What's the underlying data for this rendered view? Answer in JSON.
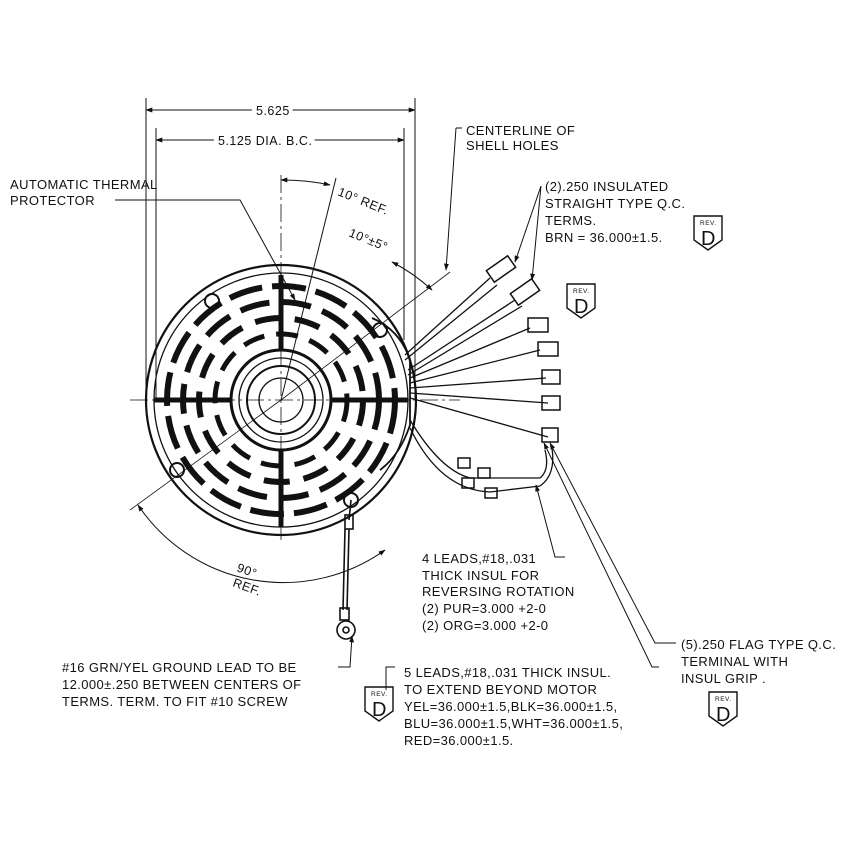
{
  "dimensions": {
    "overall_width": "5.625",
    "bolt_circle": "5.125 DIA. B.C.",
    "angle_ref": "10° REF.",
    "angle_tol": "10°±5°",
    "angle_90": "90°",
    "angle_90_ref": "REF."
  },
  "labels": {
    "thermal_protector": [
      "AUTOMATIC THERMAL",
      "PROTECTOR"
    ],
    "centerline": [
      "CENTERLINE OF",
      "SHELL HOLES"
    ],
    "straight_terms": [
      "(2).250 INSULATED",
      "STRAIGHT TYPE Q.C.",
      "TERMS.",
      "BRN = 36.000±1.5."
    ],
    "reversing_leads": [
      "4 LEADS,#18,.031",
      "THICK INSUL FOR",
      "REVERSING ROTATION",
      "(2) PUR=3.000 +2-0",
      "(2) ORG=3.000 +2-0"
    ],
    "flag_terms": [
      "(5).250 FLAG TYPE Q.C.",
      "TERMINAL WITH",
      "INSUL GRIP ."
    ],
    "ground_lead": [
      "#16 GRN/YEL GROUND LEAD TO BE",
      "12.000±.250 BETWEEN CENTERS OF",
      "TERMS. TERM. TO FIT #10 SCREW"
    ],
    "main_leads": [
      "5 LEADS,#18,.031 THICK INSUL.",
      "TO EXTEND BEYOND MOTOR",
      "YEL=36.000±1.5,BLK=36.000±1.5,",
      "BLU=36.000±1.5,WHT=36.000±1.5,",
      "RED=36.000±1.5."
    ]
  },
  "revision": {
    "small": "REV.",
    "letter": "D"
  }
}
